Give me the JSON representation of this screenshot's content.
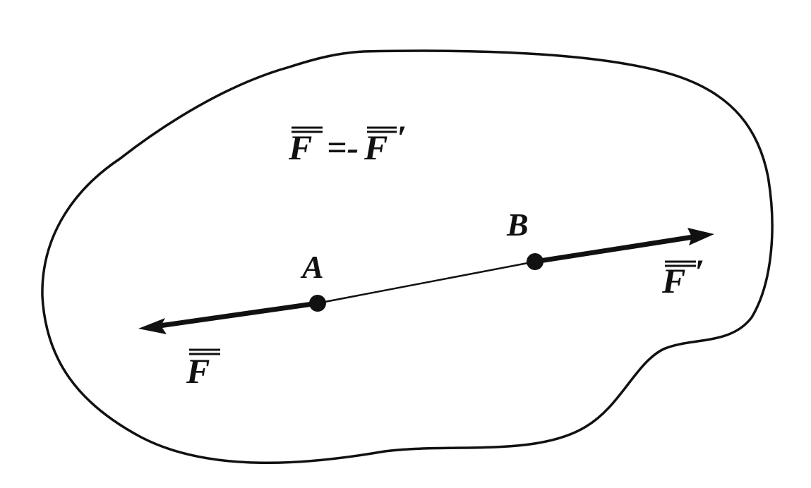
{
  "diagram": {
    "colors": {
      "ink": "#111111",
      "background": "#ffffff"
    },
    "equation": {
      "left": "F",
      "operator": "=-",
      "right": "F",
      "prime": "′"
    },
    "points": {
      "a_label": "A",
      "b_label": "B"
    },
    "forces": {
      "f_label": "F",
      "f_prime_label": "F",
      "f_prime_mark": "′"
    }
  }
}
